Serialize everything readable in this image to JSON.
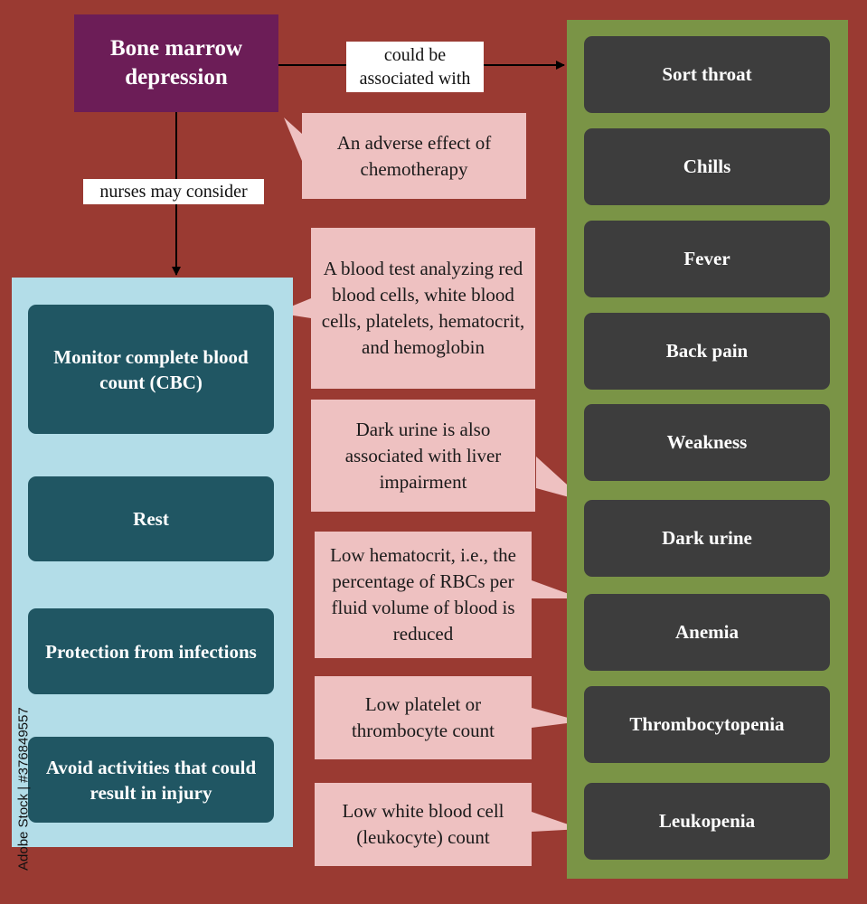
{
  "root": {
    "title": "Bone marrow depression"
  },
  "edges": {
    "associated": "could be associated with",
    "nurses": "nurses may consider"
  },
  "callouts": {
    "adverse": "An adverse effect of chemotherapy",
    "cbc": "A blood test analyzing red blood cells, white blood cells, platelets, hematocrit, and hemoglobin",
    "dark_urine": "Dark urine is also associated with liver impairment",
    "anemia": "Low hematocrit, i.e., the percentage of RBCs per fluid volume of blood is reduced",
    "thrombo": "Low platelet or thrombocyte count",
    "leuko": "Low white blood cell (leukocyte) count"
  },
  "actions": [
    "Monitor complete blood count (CBC)",
    "Rest",
    "Protection from infections",
    "Avoid activities that could result in injury"
  ],
  "symptoms": [
    "Sort throat",
    "Chills",
    "Fever",
    "Back pain",
    "Weakness",
    "Dark urine",
    "Anemia",
    "Thrombocytopenia",
    "Leukopenia"
  ],
  "watermark": "Adobe Stock | #376849557",
  "colors": {
    "background": "#9a3a32",
    "root": "#6c1d57",
    "action_panel": "#b3dde8",
    "action_box": "#205663",
    "symptom_panel": "#7a9446",
    "symptom_box": "#3d3d3d",
    "callout": "#eec1c1"
  }
}
